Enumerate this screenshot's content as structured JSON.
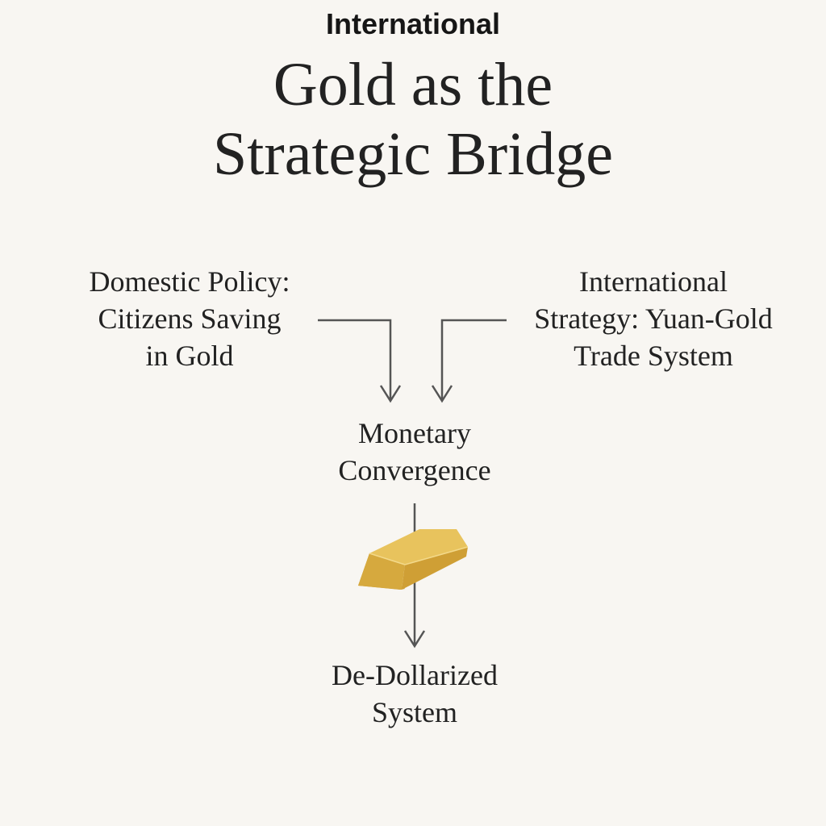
{
  "header": {
    "kicker": "International",
    "title_lines": [
      "Gold as the",
      "Strategic Bridge"
    ]
  },
  "nodes": {
    "domestic": {
      "lines": [
        "Domestic Policy:",
        "Citizens Saving",
        "in Gold"
      ]
    },
    "international": {
      "lines": [
        "International",
        "Strategy: Yuan-Gold",
        "Trade System"
      ]
    },
    "convergence": {
      "lines": [
        "Monetary",
        "Convergence"
      ]
    },
    "dedollarized": {
      "lines": [
        "De-Dollarized",
        "System"
      ]
    }
  },
  "colors": {
    "background": "#f8f6f2",
    "text": "#222222",
    "arrow": "#555555",
    "gold_top": "#e8c35d",
    "gold_front": "#d6a93e",
    "gold_side": "#c9992f"
  },
  "icons": {
    "bridge": "gold-bar-icon"
  }
}
